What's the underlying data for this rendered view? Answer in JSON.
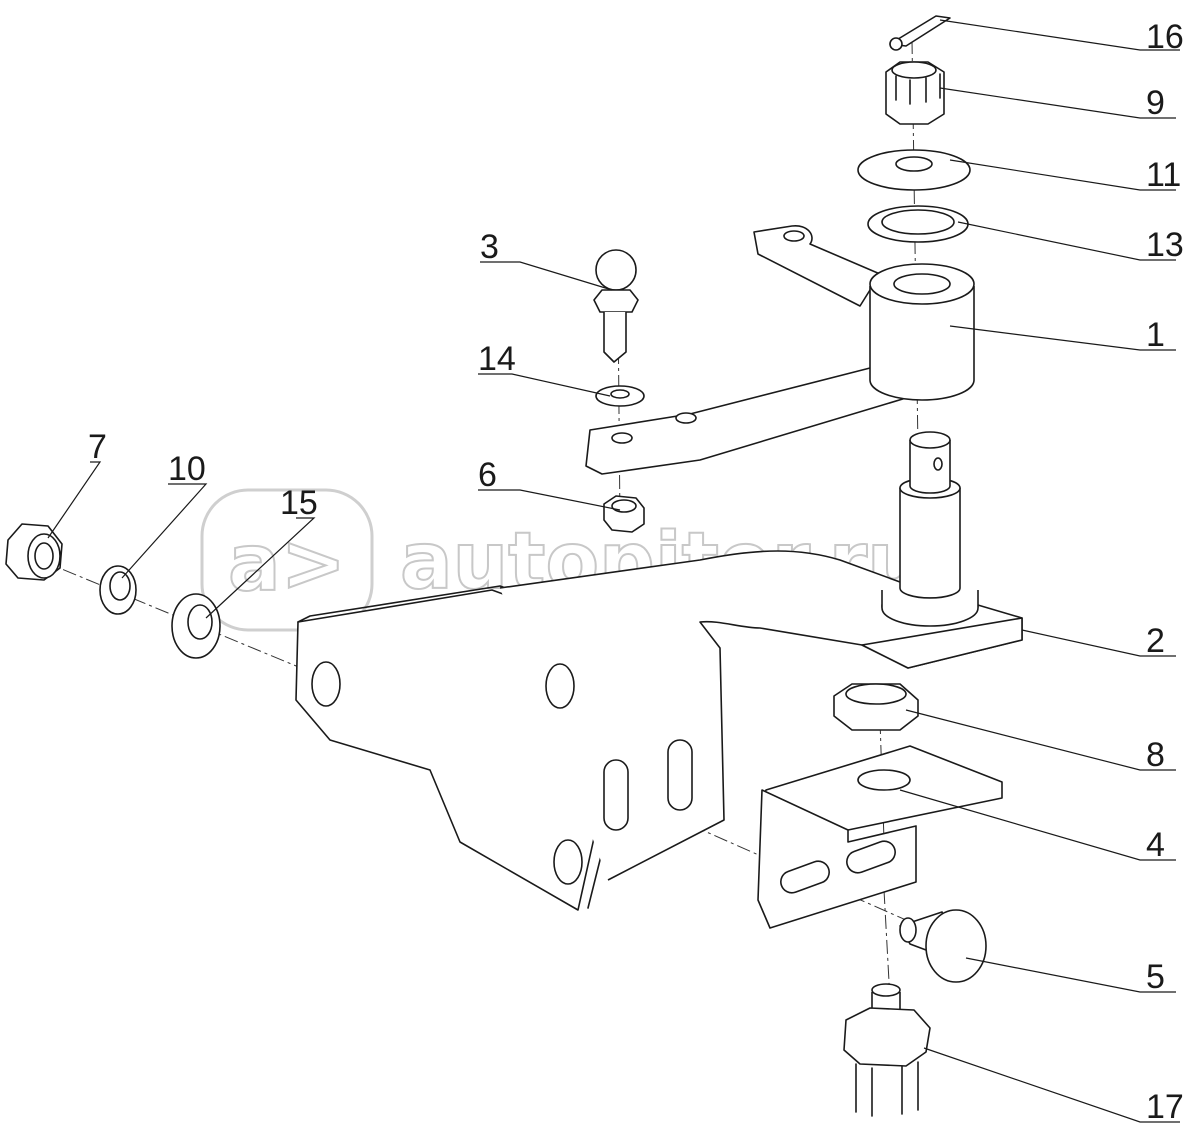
{
  "watermark": {
    "text": "autopiter.ru"
  },
  "callouts": [
    "16",
    "9",
    "11",
    "13",
    "3",
    "1",
    "14",
    "7",
    "10",
    "15",
    "6",
    "2",
    "8",
    "4",
    "5",
    "17"
  ]
}
